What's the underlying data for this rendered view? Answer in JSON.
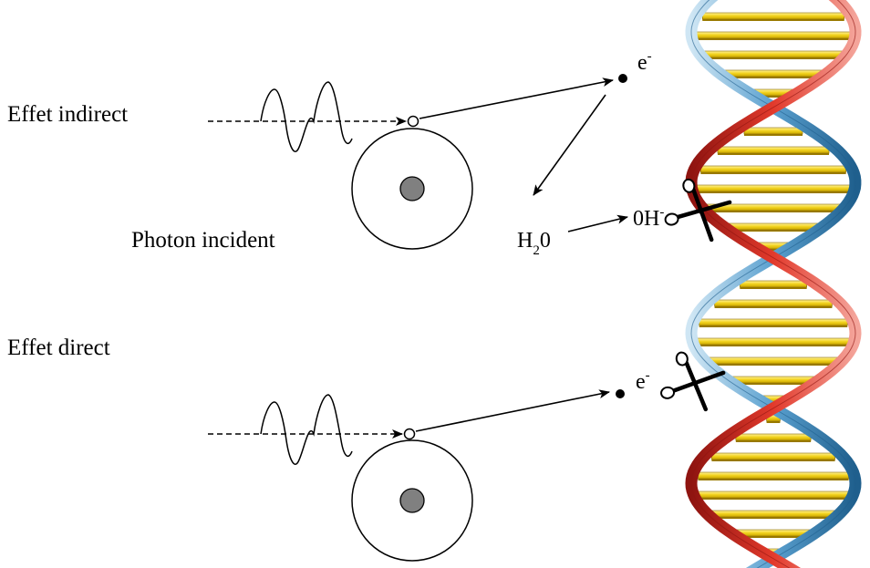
{
  "labels": {
    "indirect_effect": "Effet indirect",
    "direct_effect": "Effet direct",
    "incident_photon": "Photon incident",
    "electron_symbol": "e",
    "electron_charge": "-",
    "water_H": "H",
    "water_sub": "2",
    "water_O": "0",
    "hydroxyl": "0H",
    "hydroxyl_charge": "-"
  },
  "colors": {
    "line": "#000000",
    "nucleus": "#808080",
    "strand_red": "#d0281e",
    "strand_dark_red": "#8f1410",
    "strand_blue": "#4f97c6",
    "strand_dark_blue": "#1f5f8d",
    "base_pair_yellow": "#f2d21c",
    "base_pair_shadow": "#9a7a00"
  },
  "icons": [
    "scissors-icon",
    "scissors-icon"
  ]
}
